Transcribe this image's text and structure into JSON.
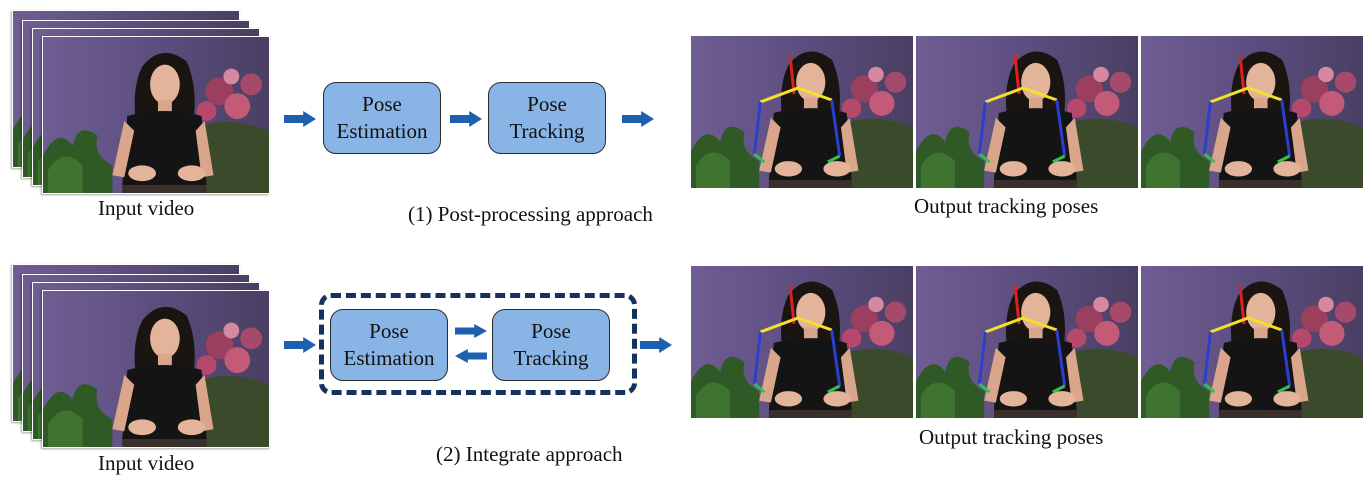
{
  "row1": {
    "input_label": "Input video",
    "box_a_line1": "Pose",
    "box_a_line2": "Estimation",
    "box_b_line1": "Pose",
    "box_b_line2": "Tracking",
    "approach_label": "(1) Post-processing approach",
    "output_label": "Output tracking poses"
  },
  "row2": {
    "input_label": "Input video",
    "box_a_line1": "Pose",
    "box_a_line2": "Estimation",
    "box_b_line1": "Pose",
    "box_b_line2": "Tracking",
    "approach_label": "(2) Integrate approach",
    "output_label": "Output tracking poses"
  },
  "colors": {
    "box_fill": "#89b5e6",
    "arrow": "#1f5fb0",
    "dashed_border": "#14325c",
    "skeleton_head": "#e0201c",
    "skeleton_shoulders": "#f2e02a",
    "skeleton_arms": "#2a3fd0",
    "skeleton_hands": "#2fc24a"
  }
}
